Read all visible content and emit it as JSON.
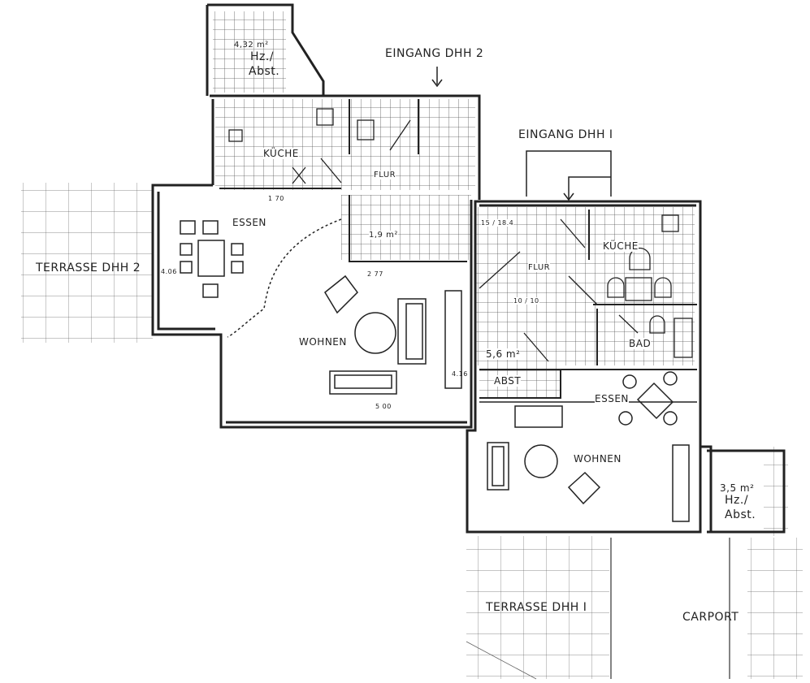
{
  "labels": {
    "eingang_dhh2": "EINGANG DHH 2",
    "eingang_dhh1": "EINGANG DHH I",
    "terrasse_dhh2": "TERRASSE DHH 2",
    "terrasse_dhh1": "TERRASSE DHH I",
    "carport": "CARPORT"
  },
  "dhh2": {
    "hz_area": "4,32 m²",
    "hz_label_1": "Hz./",
    "hz_label_2": "Abst.",
    "kueche": "KÜCHE",
    "flur": "FLUR",
    "essen": "ESSEN",
    "wohnen": "WOHNEN",
    "flur_area": "1,9 m²",
    "dim_top": "1 70",
    "dim_mid": "2 77",
    "dim_left": "4.06",
    "dim_bottom": "5 00",
    "dim_right": "4.16"
  },
  "dhh1": {
    "kueche": "KÜCHE",
    "flur": "FLUR",
    "bad": "BAD",
    "abst": "ABST",
    "abst_area": "5,6 m²",
    "essen": "ESSEN",
    "wohnen": "WOHNEN",
    "hz_area": "3,5 m²",
    "hz_label_1": "Hz./",
    "hz_label_2": "Abst.",
    "dim_a": "15 / 18.4",
    "dim_b": "10 / 10"
  },
  "style": {
    "ink": "#222222",
    "grid": "#555555",
    "paper": "#ffffff"
  }
}
